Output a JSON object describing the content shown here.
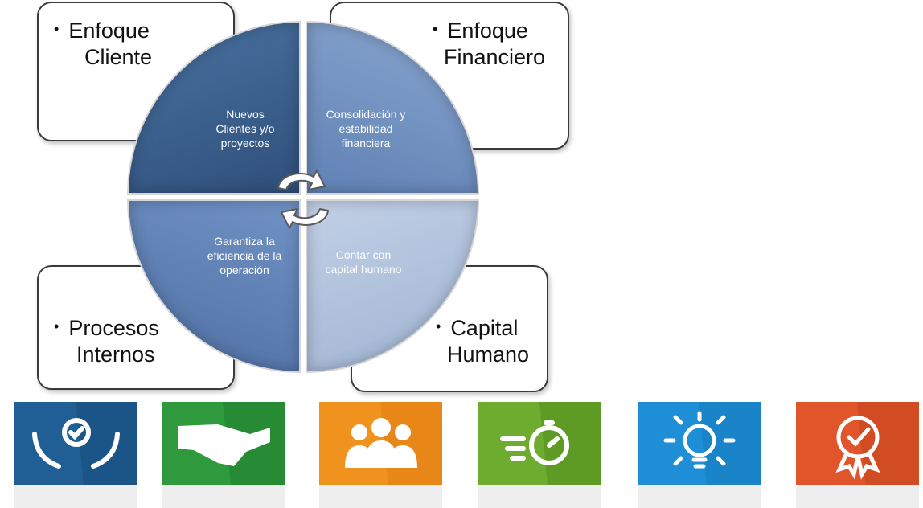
{
  "quadrant_boxes": {
    "cliente": {
      "bullet": "•",
      "line1": "Enfoque",
      "line2": "Cliente"
    },
    "financiero": {
      "bullet": "•",
      "line1": "Enfoque",
      "line2": "Financiero"
    },
    "procesos": {
      "bullet": "•",
      "line1": "Procesos",
      "line2": "Internos"
    },
    "capital": {
      "bullet": "•",
      "line1": "Capital",
      "line2": "Humano"
    }
  },
  "circle_segments": {
    "top_left": {
      "line1": "Nuevos",
      "line2": "Clientes y/o",
      "line3": "proyectos",
      "color": "#3c5f8c"
    },
    "top_right": {
      "line1": "Consolidación y",
      "line2": "estabilidad",
      "line3": "financiera",
      "color": "#6a8bbd"
    },
    "bottom_left": {
      "line1": "Garantiza la",
      "line2": "eficiencia de la",
      "line3": "operación",
      "color": "#587ab0"
    },
    "bottom_right": {
      "line1": "Contar con",
      "line2": "capital humano",
      "color": "#aabdd9"
    }
  },
  "icon_tiles": [
    {
      "icon": "hands-gear-check-icon",
      "color": "#1f5f96"
    },
    {
      "icon": "handshake-icon",
      "color": "#2f9a3d"
    },
    {
      "icon": "team-people-icon",
      "color": "#f0921e"
    },
    {
      "icon": "stopwatch-speed-icon",
      "color": "#6dac2f"
    },
    {
      "icon": "lightbulb-gear-icon",
      "color": "#1e8fd6"
    },
    {
      "icon": "award-check-icon",
      "color": "#e0552a"
    }
  ]
}
